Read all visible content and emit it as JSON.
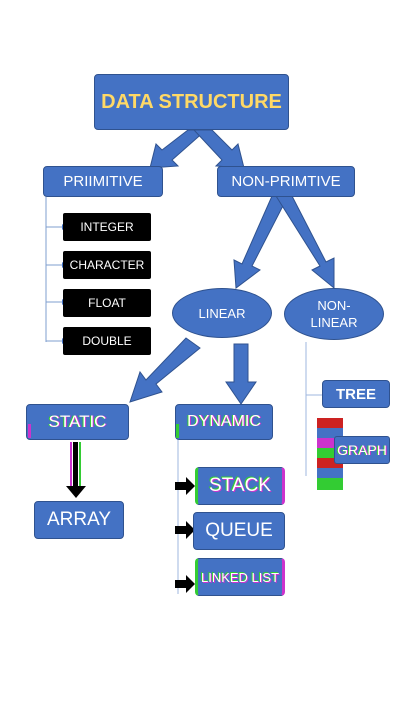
{
  "title": "DATA STRUCTURE",
  "primitive": {
    "label": "PRIIMITIVE",
    "items": [
      "INTEGER",
      "CHARACTER",
      "FLOAT",
      "DOUBLE"
    ]
  },
  "non_primitive": {
    "label": "NON-PRIMTIVE",
    "linear": {
      "label": "LINEAR",
      "static": {
        "label": "STATIC",
        "items": [
          "ARRAY"
        ]
      },
      "dynamic": {
        "label": "DYNAMIC",
        "items": [
          "STACK",
          "QUEUE",
          "LINKED LIST"
        ]
      }
    },
    "non_linear": {
      "label_line1": "NON-",
      "label_line2": "LINEAR",
      "items": [
        "TREE",
        "GRAPH"
      ]
    }
  },
  "colors": {
    "box_fill": "#4472c4",
    "box_border": "#2f528f",
    "title_text": "#ffd966",
    "leaf_fill": "#000000"
  }
}
